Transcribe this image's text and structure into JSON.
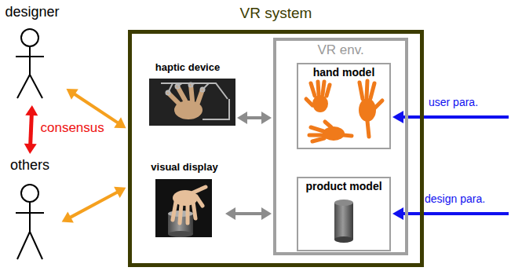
{
  "diagram": {
    "nodes": [
      {
        "text": [
          "designer"
        ]
      },
      {
        "text": [
          "others"
        ]
      },
      {
        "text": [
          "VR system"
        ]
      },
      {
        "text": [
          "haptic device"
        ],
        "in": 2
      },
      {
        "text": [
          "visual display"
        ],
        "in": 2
      },
      {
        "text": [
          "VR env."
        ],
        "in": 2
      },
      {
        "text": [
          "hand model"
        ],
        "in": 5
      },
      {
        "text": [
          "product model"
        ],
        "in": 5
      }
    ],
    "edges": [
      {
        "from": 0,
        "to": 2,
        "arrow": "both"
      },
      {
        "from": 1,
        "to": 2,
        "arrow": "both"
      },
      {
        "from": 0,
        "to": 1,
        "label": "consensus",
        "arrow": "both"
      },
      {
        "from": 3,
        "to": 5,
        "arrow": "both"
      },
      {
        "from": 4,
        "to": 5,
        "arrow": "both"
      }
    ],
    "labels": [
      "user para.",
      "design para."
    ]
  }
}
